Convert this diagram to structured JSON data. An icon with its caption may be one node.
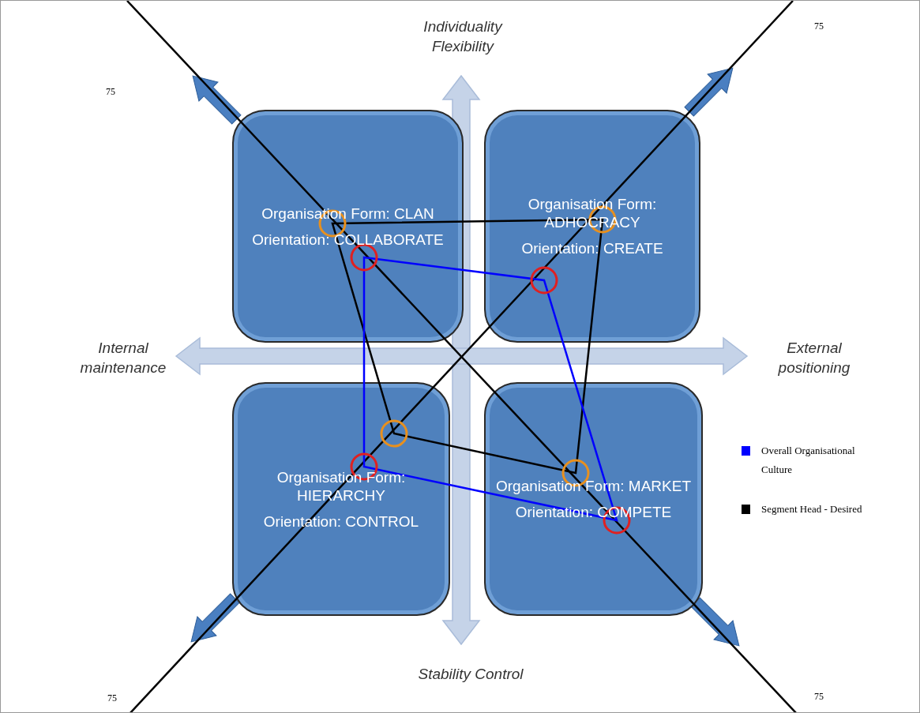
{
  "diagram": {
    "nodes": [
      {
        "text": [
          "Organisation Form: CLAN",
          "Orientation: COLLABORATE"
        ]
      },
      {
        "text": [
          "Organisation Form: ADHOCRACY",
          "Orientation: CREATE"
        ]
      },
      {
        "text": [
          "Organisation Form: HIERARCHY",
          "Orientation: CONTROL"
        ]
      },
      {
        "text": [
          "Organisation Form: MARKET",
          "Orientation: COMPETE"
        ]
      }
    ],
    "labels": [
      "75",
      "Individuality Flexibility",
      "75",
      "Internal maintenance",
      "External positioning",
      "75",
      "Stability Control",
      "75"
    ],
    "legend": [
      {
        "text": "Overall Organisational Culture",
        "color": "#0000ff"
      },
      {
        "text": "Segment Head - Desired",
        "color": "#000000"
      }
    ]
  }
}
